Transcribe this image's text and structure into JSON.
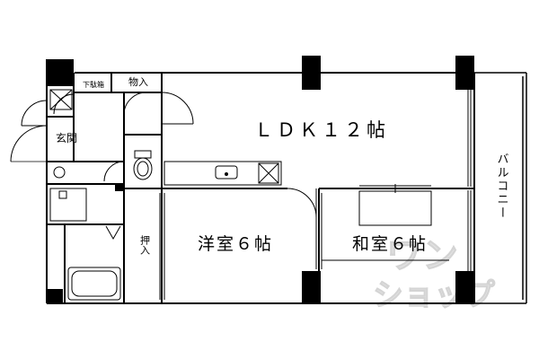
{
  "rooms": {
    "ldk": "ＬＤＫ１２帖",
    "yoshitsu": "洋室６帖",
    "washitsu": "和室６帖",
    "genkan": "玄関",
    "getabako": "下駄箱",
    "monoire": "物入",
    "oshiire": "押入",
    "balcony": "バルコニー"
  },
  "watermark": {
    "line1": "ワン",
    "line2": "ショップ"
  },
  "colors": {
    "wall": "#000000",
    "line": "#000000",
    "watermark": "#d9d9d9"
  }
}
